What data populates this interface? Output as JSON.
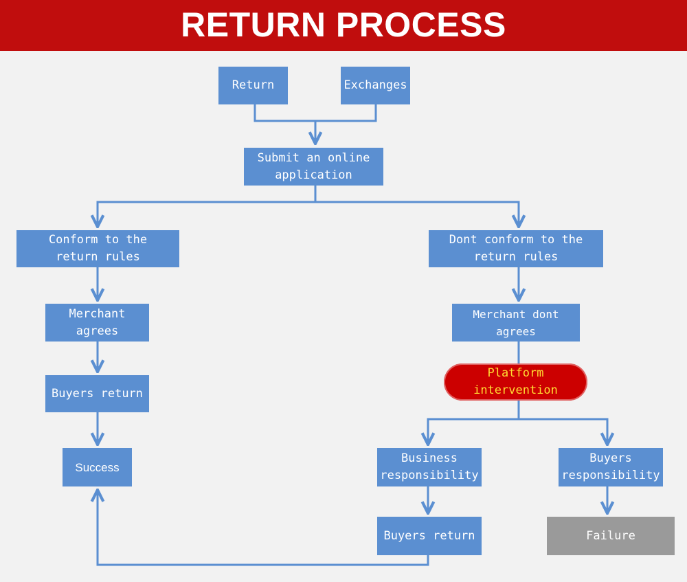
{
  "title": "RETURN PROCESS",
  "colors": {
    "banner": "#c00d0d",
    "node": "#5b8fd1",
    "connector": "#5b8fd1",
    "failure": "#9a9a9a",
    "intervention_fill": "#cc0000",
    "intervention_text": "#ffdd33"
  },
  "nodes": {
    "return": "Return",
    "exchanges": "Exchanges",
    "submit": "Submit an online\napplication",
    "conform": "Conform to the\nreturn rules",
    "dont_conform": "Dont conform to the\nreturn rules",
    "merchant_agrees": "Merchant agrees",
    "merchant_dont_agrees": "Merchant dont agrees",
    "buyers_return_left": "Buyers return",
    "success": "Success",
    "platform_intervention": "Platform\nintervention",
    "business_responsibility": "Business\nresponsibility",
    "buyers_responsibility": "Buyers\nresponsibility",
    "buyers_return_right": "Buyers return",
    "failure": "Failure"
  }
}
